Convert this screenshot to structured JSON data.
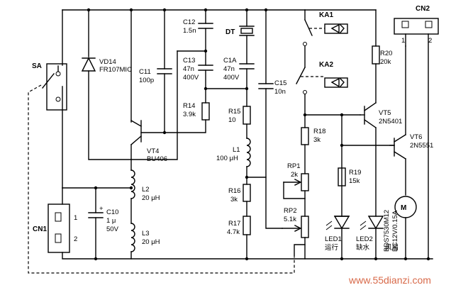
{
  "labels": {
    "sa": "SA",
    "vd14": "VD14",
    "vd14_type": "FR107MIC",
    "c11": "C11",
    "c11_val": "100p",
    "c12": "C12",
    "c12_val": "1.5n",
    "dt": "DT",
    "c13": "C13",
    "c13_val1": "47n",
    "c13_val2": "400V",
    "c1a": "C1A",
    "c1a_val1": "47n",
    "c1a_val2": "400V",
    "r14": "R14",
    "r14_val": "3.9k",
    "r15": "R15",
    "r15_val": "10",
    "l1": "L1",
    "l1_val": "100 μH",
    "vt4": "VT4",
    "vt4_type": "BU406",
    "l2": "L2",
    "l2_val": "20 μH",
    "l3": "L3",
    "l3_val": "20 μH",
    "cn1": "CN1",
    "cn1_pin1": "1",
    "cn1_pin2": "2",
    "c10": "C10",
    "c10_val1": "1 μ",
    "c10_val2": "50V",
    "r16": "R16",
    "r16_val": "3k",
    "r17": "R17",
    "r17_val": "4.7k",
    "c15": "C15",
    "c15_val": "10n",
    "ka1": "KA1",
    "ka2": "KA2",
    "rp1": "RP1",
    "rp1_val": "2k",
    "rp2": "RP2",
    "rp2_val": "5.1k",
    "r18": "R18",
    "r18_val": "3k",
    "r19": "R19",
    "r19_val": "15k",
    "r20": "R20",
    "r20_val": "20k",
    "vt5": "VT5",
    "vt5_type": "2N5401",
    "vt6": "VT6",
    "vt6_type": "2N5551",
    "cn2": "CN2",
    "cn2_pin1": "1",
    "cn2_pin2": "2",
    "fan_model": "BDS7530M12",
    "fan_rating": "DC12V/0.15A",
    "fan": "风扇",
    "led1": "LED1",
    "led1_desc": "运行",
    "led2": "LED2",
    "led2_desc": "缺水",
    "watermark": "www.55dianzi.com"
  },
  "colors": {
    "ink": "#000000",
    "background": "#ffffff",
    "watermark": "#d86a4a"
  }
}
